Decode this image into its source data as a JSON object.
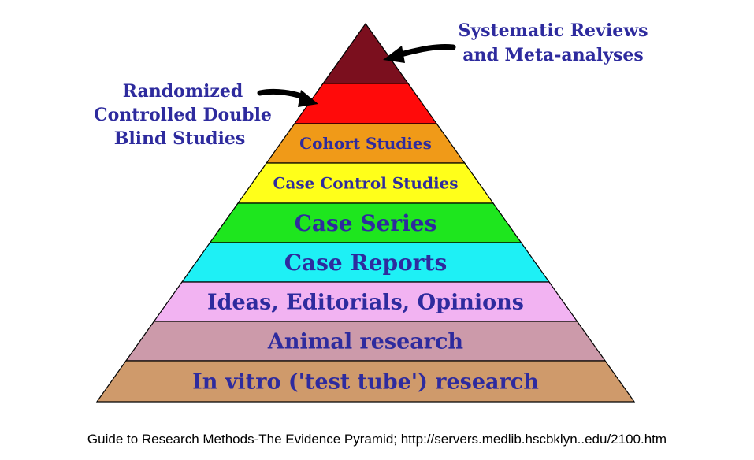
{
  "pyramid": {
    "levels": [
      {
        "label": "",
        "color": "#7b0f1e"
      },
      {
        "label": "",
        "color": "#ff0a0a"
      },
      {
        "label": "Cohort Studies",
        "color": "#f09a18"
      },
      {
        "label": "Case Control Studies",
        "color": "#ffff1a"
      },
      {
        "label": "Case Series",
        "color": "#1ee61e"
      },
      {
        "label": "Case Reports",
        "color": "#1ef0f5"
      },
      {
        "label": "Ideas, Editorials, Opinions",
        "color": "#f2b3f2"
      },
      {
        "label": "Animal research",
        "color": "#cc9aaa"
      },
      {
        "label": "In vitro ('test tube') research",
        "color": "#cf9a6b"
      }
    ]
  },
  "callouts": {
    "top": {
      "line1": "Systematic Reviews",
      "line2": "and Meta-analyses"
    },
    "left": {
      "line1": "Randomized",
      "line2": "Controlled Double",
      "line3": "Blind Studies"
    }
  },
  "caption": "Guide to Research Methods-The Evidence Pyramid; http://servers.medlib.hscbklyn..edu/2100.htm",
  "colors": {
    "label_text": "#2e2b9e",
    "outline": "#000000"
  }
}
